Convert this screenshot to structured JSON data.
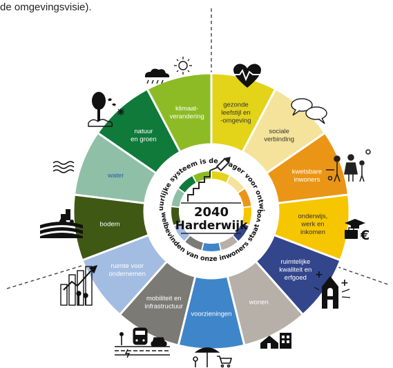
{
  "intro_text": "de omgevingsvisie).",
  "center": {
    "year": "2040",
    "city": "Harderwijk"
  },
  "ring_text_top": "• Het natuurlijke systeem is de drager voor ontwikkeling •",
  "ring_text_bottom": "Het welbevinden van onze inwoners staat voorop",
  "segments": [
    {
      "label": [
        "gezonde",
        "leefstijl en",
        "-omgeving"
      ],
      "color": "#e3d319",
      "text_color": "#333333",
      "icon": "heart-pulse-icon"
    },
    {
      "label": [
        "sociale",
        "verbinding"
      ],
      "color": "#f5e39b",
      "text_color": "#333333",
      "icon": "speech-bubbles-icon"
    },
    {
      "label": [
        "kwetsbare",
        "inwoners"
      ],
      "color": "#eb9516",
      "text_color": "#ffffff",
      "icon": "family-icon"
    },
    {
      "label": [
        "onderwijs,",
        "werk en",
        "inkomen"
      ],
      "color": "#f6c600",
      "text_color": "#333333",
      "icon": "graduation-euro-icon"
    },
    {
      "label": [
        "ruimtelijke",
        "kwaliteit en",
        "erfgoed"
      ],
      "color": "#33468c",
      "text_color": "#ffffff",
      "icon": "church-icon"
    },
    {
      "label": [
        "wonen"
      ],
      "color": "#b6b0a8",
      "text_color": "#ffffff",
      "icon": "houses-icon"
    },
    {
      "label": [
        "voorzieningen"
      ],
      "color": "#3f85c9",
      "text_color": "#ffffff",
      "icon": "facilities-icon"
    },
    {
      "label": [
        "mobiliteit en",
        "infrastructuur"
      ],
      "color": "#7c7a74",
      "text_color": "#ffffff",
      "icon": "train-car-icon"
    },
    {
      "label": [
        "ruimte voor",
        "ondernemen"
      ],
      "color": "#a3bce2",
      "text_color": "#ffffff",
      "icon": "business-growth-icon"
    },
    {
      "label": [
        "bodem"
      ],
      "color": "#3f5914",
      "text_color": "#ffffff",
      "icon": "tractor-field-icon"
    },
    {
      "label": [
        "water"
      ],
      "color": "#8fc0a7",
      "text_color": "#2d58a6",
      "icon": "waves-icon"
    },
    {
      "label": [
        "natuur",
        "en groen"
      ],
      "color": "#0f7a3a",
      "text_color": "#ffffff",
      "icon": "tree-icon"
    },
    {
      "label": [
        "klimaat-",
        "verandering"
      ],
      "color": "#8dbb25",
      "text_color": "#ffffff",
      "icon": "weather-icon"
    }
  ]
}
